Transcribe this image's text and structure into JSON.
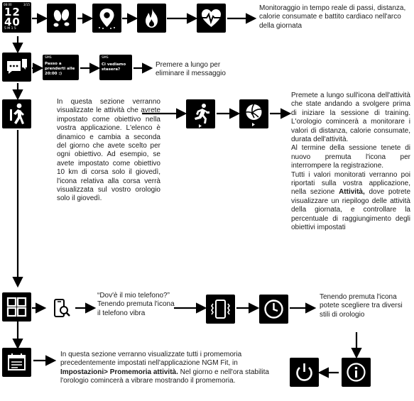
{
  "watch": {
    "face": {
      "top_left": "08:00",
      "date": "3/15",
      "time_a": "12",
      "time_b": "40",
      "bottom": "5 M 1 5"
    },
    "msg1": {
      "tag": "SMS",
      "line1": "Passo a",
      "line2": "prenderti alle",
      "line3": "20:00 :)"
    },
    "msg2": {
      "tag": "SMS",
      "line1": "Ci vediamo",
      "line2": "stasera?"
    }
  },
  "texts": {
    "monitoring": "Monitoraggio in tempo reale di passi, distanza, calorie consumate e battito cardiaco nell'arco della giornata",
    "long_press_delete": "Premere a lungo per eliminare il messaggio",
    "activities_section": "In questa sezione verranno visualizzate le attività che avrete impostato come obiettivo nella vostra applicazione. L'elenco è dinamico e cambia a seconda del giorno che avete scelto per ogni obiettivo. Ad esempio, se avete impostato come obiettivo 10 km di corsa solo il giovedì, l'icona relativa alla corsa verrà visualizzata sul vostro orologio solo il giovedì.",
    "training_p1": "Premete a lungo sull'icona dell'attività che state andando a svolgere prima di iniziare la sessione di training. L'orologio comincerà a monitorare i valori di distanza, calorie consumate, durata dell'attività.",
    "training_p2": "Al termine della sessione tenete di nuovo premuta l'icona per interrompere la registrazione.",
    "training_p3_pre": "Tutti i valori monitorati verranno poi riportati sulla vostra applicazione, nella sezione",
    "training_p3_bold": "Attività,",
    "training_p3_post": "dove potrete visualizzare un riepilogo delle attività della giornata, e controllare la percentuale di raggiungimento degli obiettivi impostati",
    "find_phone": "“Dov'è il mio telefono?” Tenendo premuta l'icona il telefono vibra",
    "watch_styles": "Tenendo premuta l'icona potete scegliere tra diversi stili di orologio",
    "reminders_pre": "In questa sezione verranno visualizzate tutti i promemoria precedentemente impostati nell'applicazione NGM Fit, in",
    "reminders_bold1": "Impostazioni> Promemoria attività.",
    "reminders_post": "Nel giorno e nell'ora stabilita l'orologio comincerà a vibrare mostrando il promemoria."
  },
  "icons": {
    "row1": [
      "watch-face",
      "footsteps-icon",
      "location-pin-icon",
      "flame-icon",
      "heart-rate-icon"
    ],
    "row2": [
      "messages-icon",
      "message-screen-1",
      "message-screen-2"
    ],
    "row3": [
      "activity-person-icon",
      "running-play-icon",
      "volleyball-play-icon"
    ],
    "row4": [
      "apps-grid-icon",
      "phone-search-icon",
      "phone-vibrate-icon",
      "clock-icon",
      "info-icon",
      "power-icon"
    ],
    "row5": [
      "calendar-reminder-icon"
    ]
  }
}
